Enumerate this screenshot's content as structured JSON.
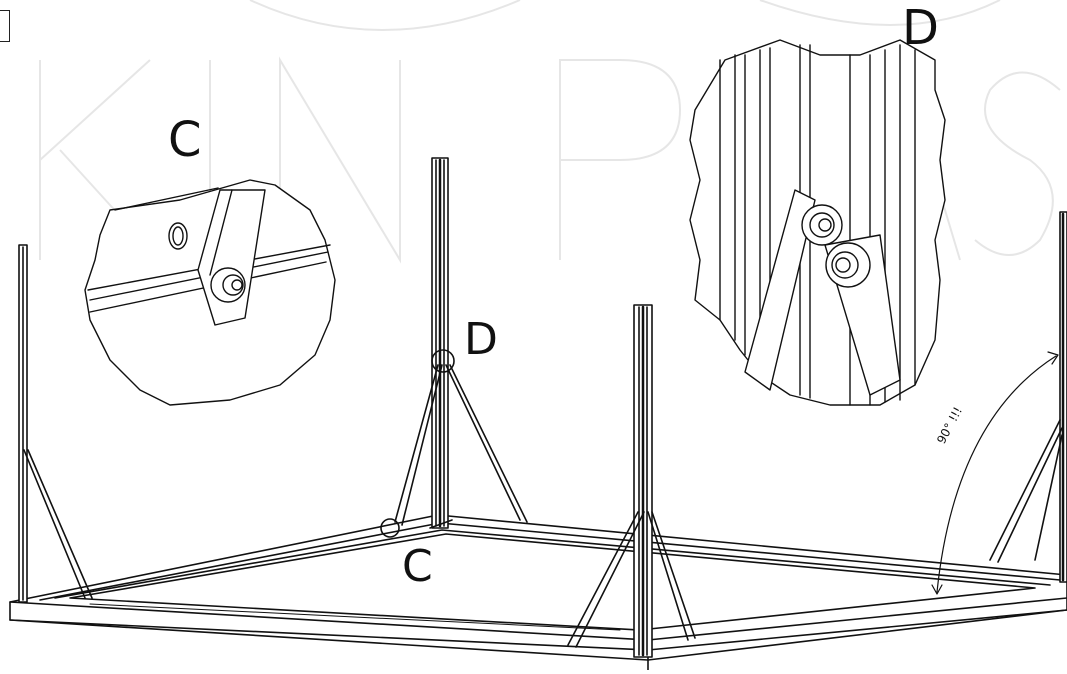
{
  "labels": {
    "detail_c": "C",
    "detail_d": "D",
    "joint_d": "D",
    "joint_c": "C",
    "angle": "90° !!!"
  },
  "colors": {
    "ink": "#111111",
    "watermark": "#e8e8e8",
    "background": "#ffffff"
  }
}
